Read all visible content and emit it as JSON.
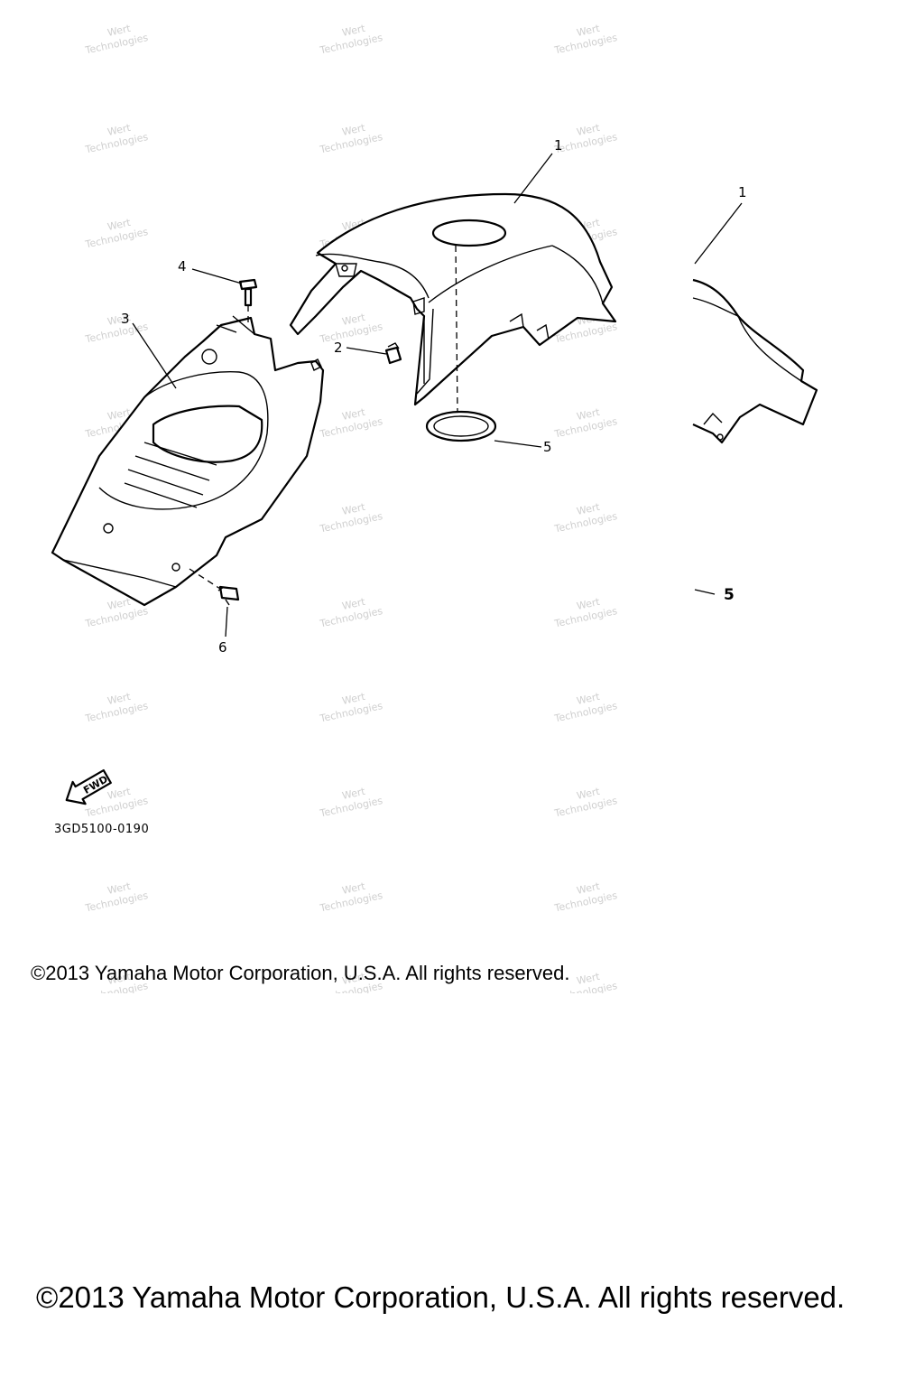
{
  "callouts": {
    "c1_main": "1",
    "c1_inset": "1",
    "c2": "2",
    "c3": "3",
    "c4": "4",
    "c5_main": "5",
    "c5_inset": "5",
    "c6": "6"
  },
  "fwd_label": "FWD",
  "part_code": "3GD5100-0190",
  "watermark": {
    "line1": "Wert",
    "line2": "Technologies"
  },
  "copyright": "©2013 Yamaha Motor Corporation, U.S.A. All rights reserved."
}
